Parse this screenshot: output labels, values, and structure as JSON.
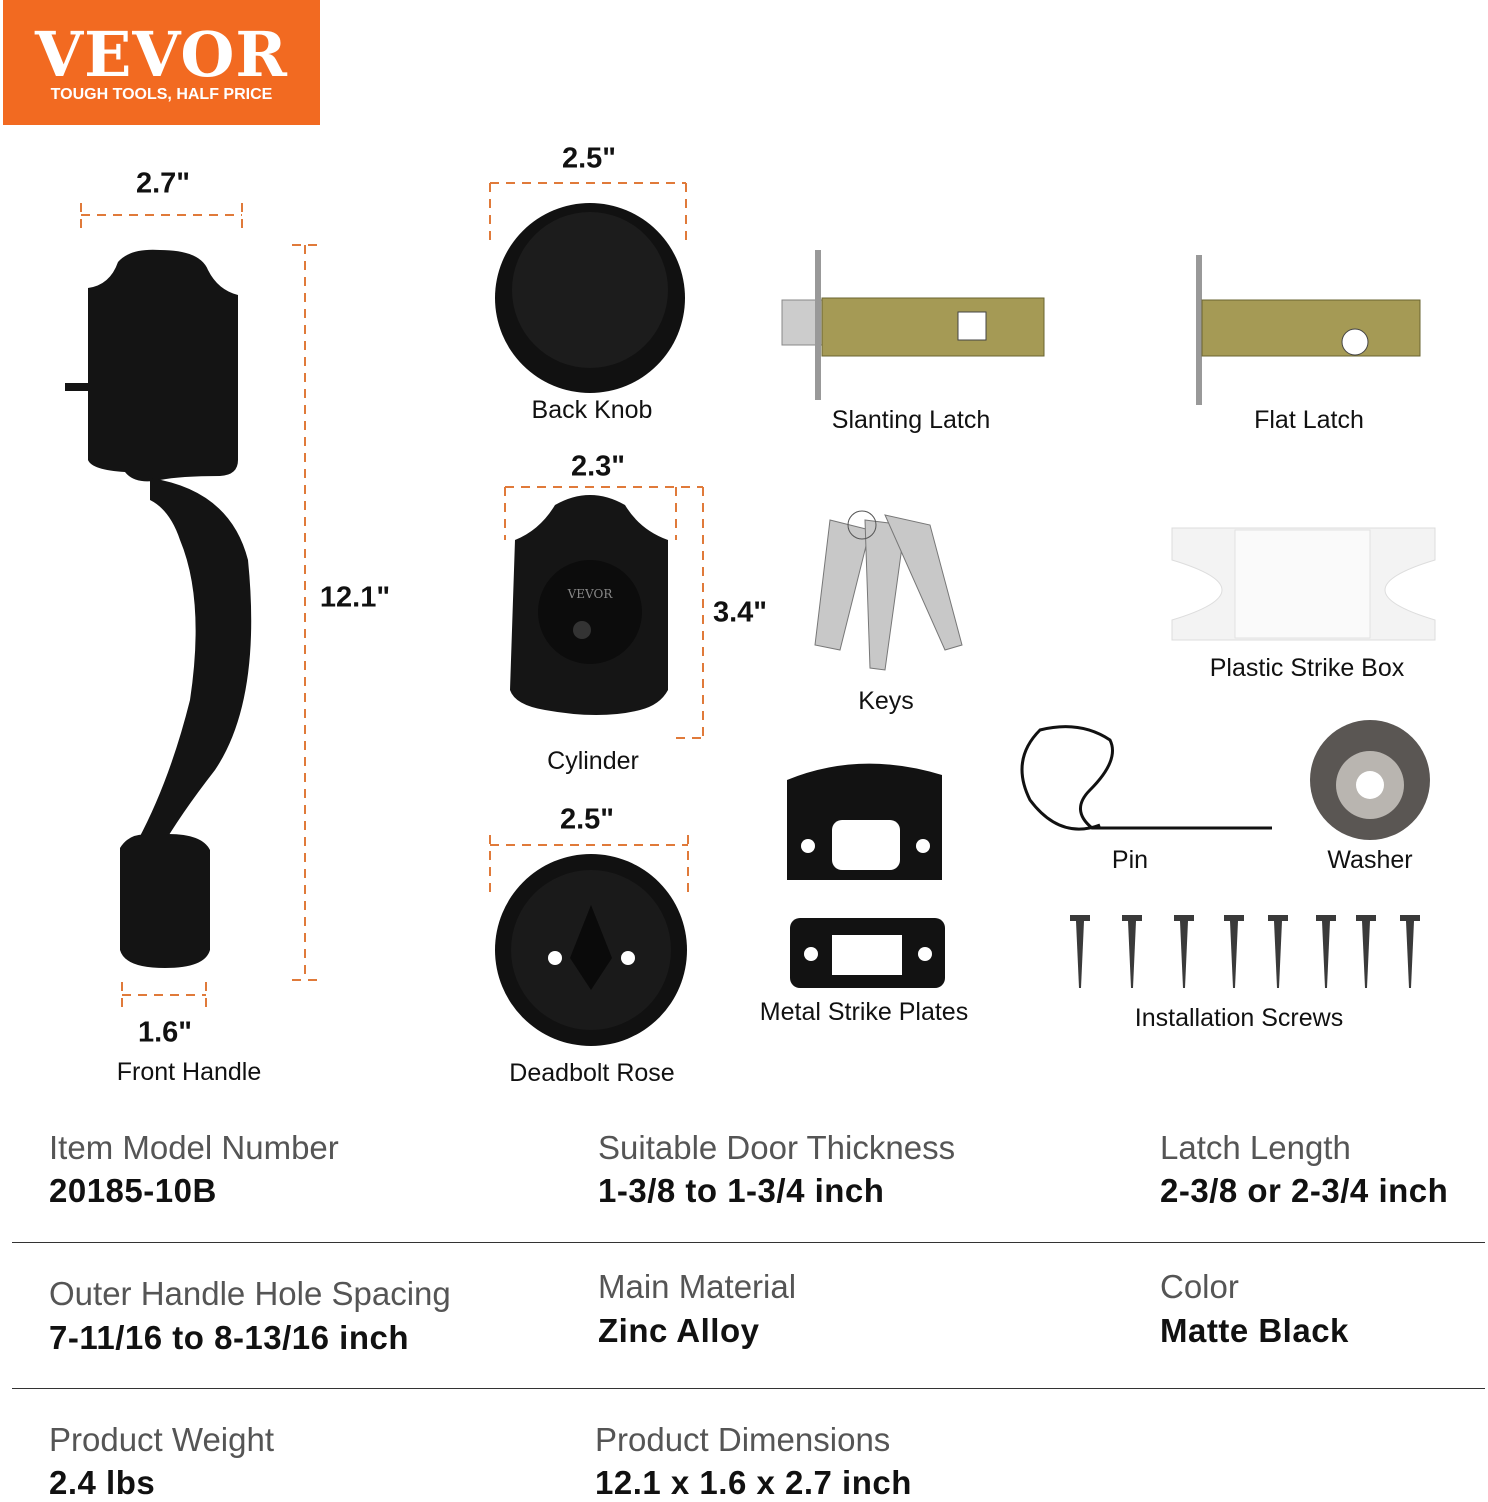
{
  "brand": {
    "name": "VEVOR",
    "tagline": "TOUGH TOOLS, HALF PRICE",
    "color": "#f26a21"
  },
  "dimension_color": "#e07a3a",
  "components": {
    "front_handle": {
      "label": "Front Handle",
      "width": "2.7\"",
      "height": "12.1\"",
      "bottom_width": "1.6\""
    },
    "back_knob": {
      "label": "Back Knob",
      "width": "2.5\""
    },
    "cylinder": {
      "label": "Cylinder",
      "width": "2.3\"",
      "height": "3.4\"",
      "engraving": "VEVOR"
    },
    "deadbolt_rose": {
      "label": "Deadbolt Rose",
      "width": "2.5\""
    },
    "slanting_latch": {
      "label": "Slanting Latch"
    },
    "flat_latch": {
      "label": "Flat Latch"
    },
    "keys": {
      "label": "Keys"
    },
    "plastic_strike_box": {
      "label": "Plastic Strike Box"
    },
    "pin": {
      "label": "Pin"
    },
    "washer": {
      "label": "Washer"
    },
    "metal_strike_plates": {
      "label": "Metal Strike Plates"
    },
    "installation_screws": {
      "label": "Installation Screws"
    }
  },
  "specs": [
    {
      "label": "Item Model Number",
      "value": "20185-10B"
    },
    {
      "label": "Suitable Door Thickness",
      "value": "1-3/8 to 1-3/4 inch"
    },
    {
      "label": "Latch Length",
      "value": "2-3/8 or 2-3/4 inch"
    },
    {
      "label": "Outer Handle Hole Spacing",
      "value": "7-11/16 to 8-13/16 inch"
    },
    {
      "label": "Main Material",
      "value": "Zinc Alloy"
    },
    {
      "label": "Color",
      "value": "Matte Black"
    },
    {
      "label": "Product Weight",
      "value": "2.4 lbs"
    },
    {
      "label": "Product Dimensions",
      "value": "12.1 x 1.6 x 2.7 inch"
    }
  ]
}
